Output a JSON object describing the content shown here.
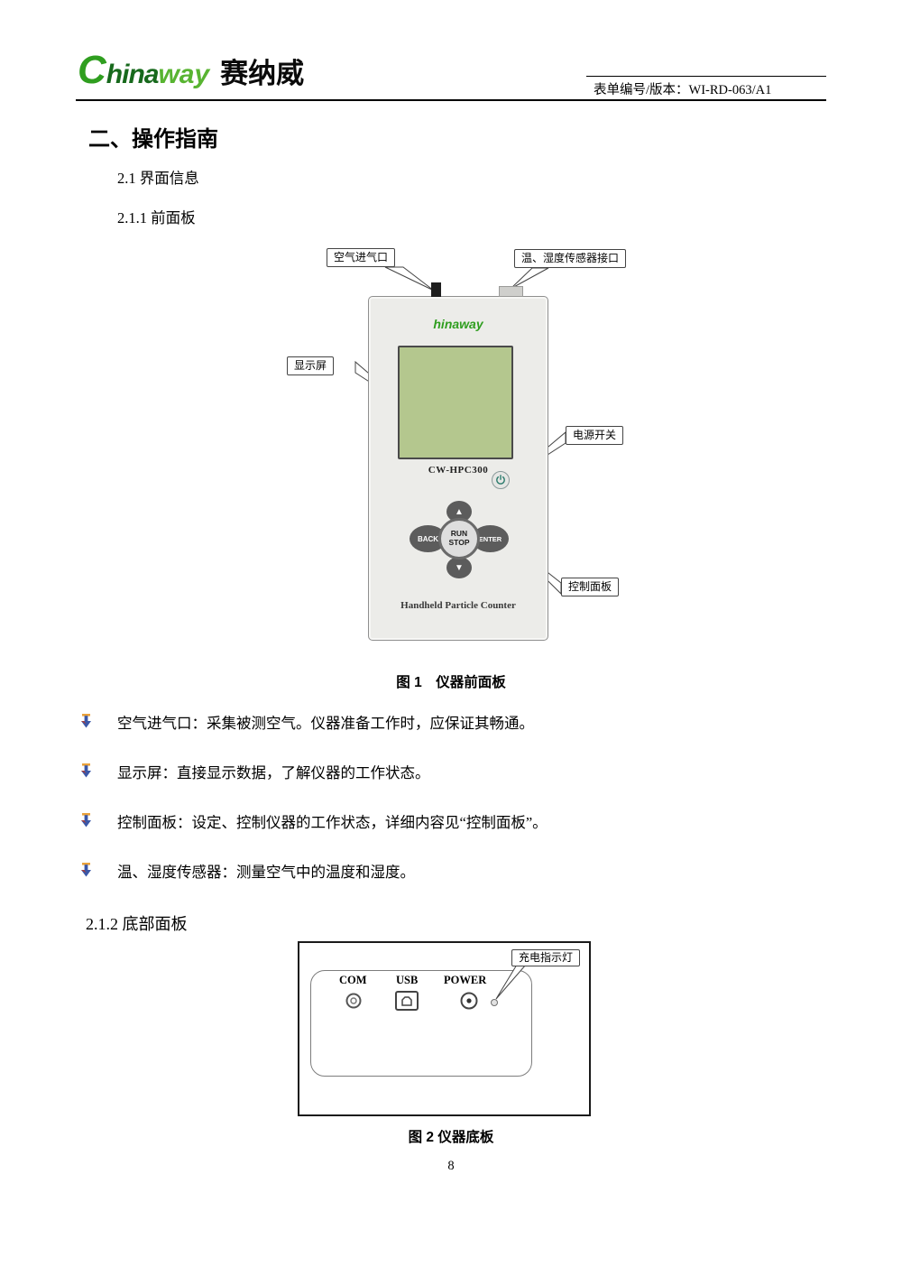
{
  "header": {
    "logo": {
      "c": "C",
      "hina": "hina",
      "way": "way",
      "cn": "赛纳威"
    },
    "doc_number": "表单编号/版本：WI-RD-063/A1"
  },
  "sections": {
    "main_title": "二、操作指南",
    "s21": "2.1 界面信息",
    "s211": "2.1.1 前面板",
    "s212": "2.1.2 底部面板"
  },
  "figure1": {
    "caption": "图 1　仪器前面板",
    "callouts": {
      "air_inlet": "空气进气口",
      "sensor_port": "温、湿度传感器接口",
      "display": "显示屏",
      "power_switch": "电源开关",
      "control_panel": "控制面板"
    },
    "device": {
      "brand": "hinaway",
      "model": "CW-HPC300",
      "btn_back": "BACK",
      "btn_run": "RUN",
      "btn_stop": "STOP",
      "btn_enter": "ENTER",
      "btn_up": "▲",
      "btn_down": "▼",
      "footer": "Handheld Particle Counter"
    }
  },
  "bullets": [
    "空气进气口：采集被测空气。仪器准备工作时，应保证其畅通。",
    "显示屏：直接显示数据，了解仪器的工作状态。",
    "控制面板：设定、控制仪器的工作状态，详细内容见“控制面板”。",
    "温、湿度传感器：测量空气中的温度和湿度。"
  ],
  "figure2": {
    "caption": "图 2  仪器底板",
    "charge_indicator": "充电指示灯",
    "ports": {
      "com": "COM",
      "usb": "USB",
      "power": "POWER"
    }
  },
  "page_number": "8",
  "colors": {
    "brand_green": "#2f9e1f",
    "screen_green": "#b4c78e"
  }
}
